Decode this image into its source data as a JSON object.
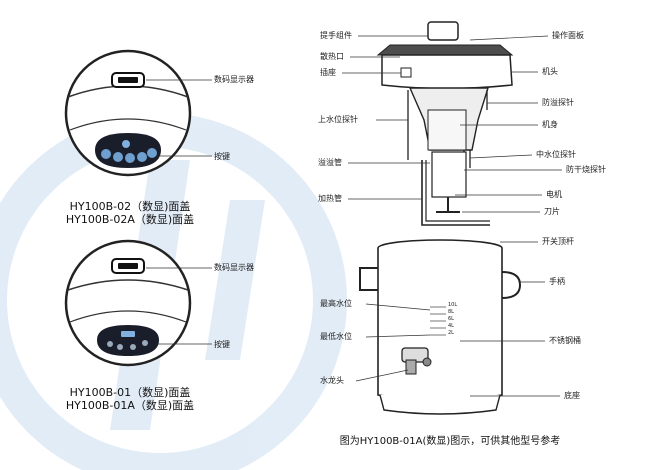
{
  "panel_top": {
    "display_label": "数码显示器",
    "key_label": "按键",
    "model_line1": "HY100B-02（数显)面盖",
    "model_line2": "HY100B-02A（数显)面盖"
  },
  "panel_bottom": {
    "display_label": "数码显示器",
    "key_label": "按键",
    "model_line1": "HY100B-01（数显)面盖",
    "model_line2": "HY100B-01A（数显)面盖"
  },
  "machine": {
    "left_labels": {
      "handle_assembly": "提手组件",
      "vent": "散热口",
      "socket": "插座",
      "upper_probe": "上水位探针",
      "overflow_tube": "溢溢管",
      "heating_tube": "加热管",
      "max_level": "最高水位",
      "min_level": "最低水位",
      "faucet": "水龙头"
    },
    "right_labels": {
      "control_panel": "操作面板",
      "head": "机头",
      "anti_overflow_probe": "防溢探针",
      "body": "机身",
      "mid_probe": "中水位探针",
      "dry_burn_probe": "防干烧探针",
      "motor": "电机",
      "blade": "刀片",
      "switch_rod": "开关顶杆",
      "handle": "手柄",
      "steel_barrel": "不锈钢桶",
      "base": "底座"
    },
    "scale_marks": [
      "10L",
      "8L",
      "6L",
      "4L",
      "2L"
    ]
  },
  "caption": "图为HY100B-01A(数显)图示，可供其他型号参考",
  "colors": {
    "watermark": "#dbe8f5",
    "panel_dark": "#1a1e2a",
    "button_blue": "#6f9fcf",
    "line": "#333333"
  }
}
